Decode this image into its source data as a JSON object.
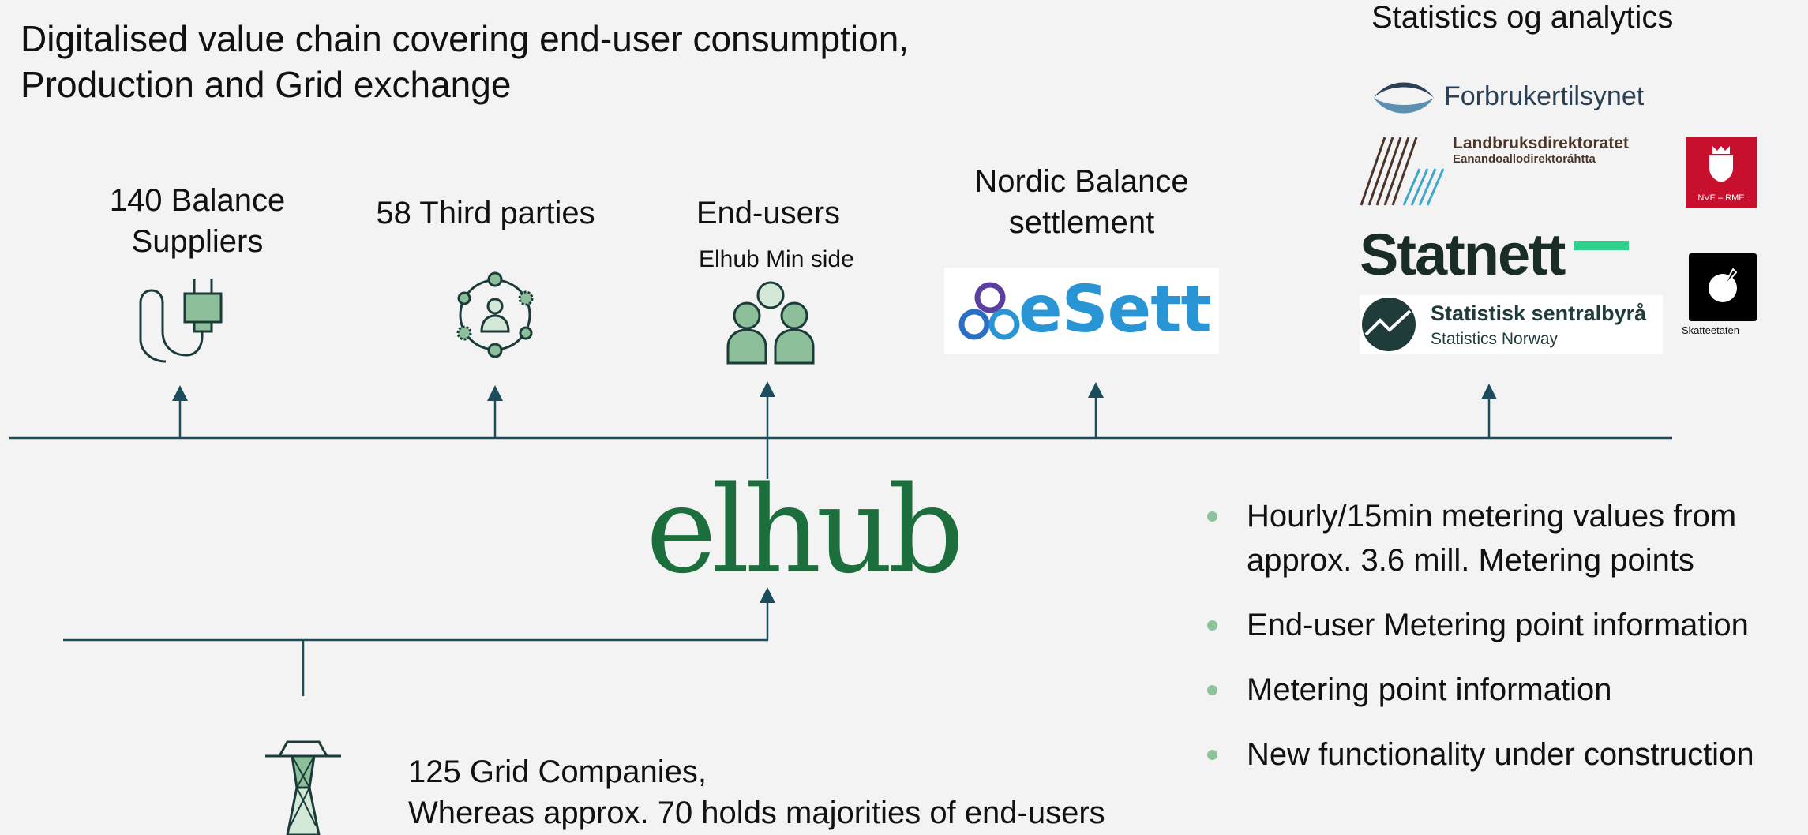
{
  "title": {
    "line1": "Digitalised value chain  covering end-user consumption,",
    "line2": "Production and Grid exchange"
  },
  "stats_title": "Statistics og analytics",
  "columns": {
    "balance_suppliers": {
      "line1": "140 Balance",
      "line2": "Suppliers",
      "icon": "plug-icon"
    },
    "third_parties": {
      "label": "58 Third parties",
      "icon": "network-people-icon"
    },
    "end_users": {
      "label": "End-users",
      "sublabel": "Elhub Min side",
      "icon": "people-group-icon"
    },
    "nordic_balance": {
      "line1": "Nordic Balance",
      "line2": "settlement",
      "logo_text": "eSett"
    }
  },
  "center_logo": "elhub",
  "stats_logos": {
    "forbrukertilsynet": "Forbrukertilsynet",
    "landbruk_line1": "Landbruksdirektoratet",
    "landbruk_line2": "Eanandoallodirektoráhtta",
    "statnett": "Statnett",
    "ssb_line1": "Statistisk sentralbyrå",
    "ssb_line2": "Statistics Norway",
    "nve": "NVE – RME",
    "skatteetaten": "Skatteetaten"
  },
  "bullets": [
    {
      "line1": "Hourly/15min  metering values from",
      "line2": "approx.  3.6 mill. Metering points"
    },
    {
      "line1": "End-user Metering point information"
    },
    {
      "line1": "Metering point information"
    },
    {
      "line1": "New functionality under construction"
    }
  ],
  "grid": {
    "line1": "125 Grid Companies,",
    "line2": "Whereas approx. 70 holds majorities of end-users",
    "icon": "power-pylon-icon"
  },
  "colors": {
    "connector": "#1b4d5c",
    "accent_green": "#7db48a",
    "elhub_green": "#1c6e3d",
    "bullet": "#8cc39a"
  }
}
